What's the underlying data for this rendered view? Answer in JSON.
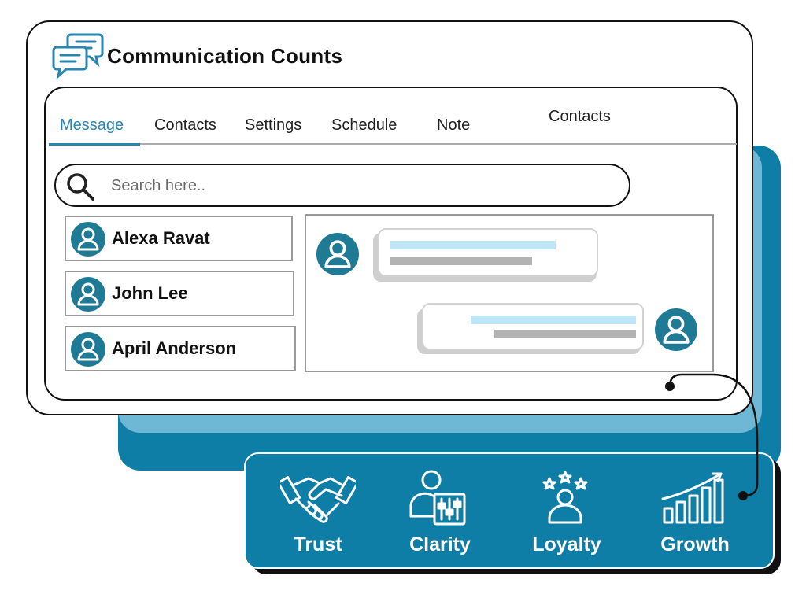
{
  "app": {
    "title": "Communication Counts"
  },
  "tabs": [
    {
      "label": "Message",
      "active": true
    },
    {
      "label": "Contacts"
    },
    {
      "label": "Settings"
    },
    {
      "label": "Schedule"
    },
    {
      "label": "Note"
    },
    {
      "label": "Contacts"
    }
  ],
  "search": {
    "placeholder": "Search here.."
  },
  "contacts": [
    {
      "name": "Alexa Ravat"
    },
    {
      "name": "John Lee"
    },
    {
      "name": "April Anderson"
    }
  ],
  "values": [
    {
      "label": "Trust",
      "icon": "handshake-icon"
    },
    {
      "label": "Clarity",
      "icon": "person-equalizer-icon"
    },
    {
      "label": "Loyalty",
      "icon": "person-stars-icon"
    },
    {
      "label": "Growth",
      "icon": "growth-chart-icon"
    }
  ],
  "colors": {
    "accent": "#2a86ad",
    "teal": "#0f7ea6",
    "teal_light": "#6fb8d5",
    "bar_blue": "#bfe6f7",
    "bar_gray": "#b3b3b3"
  }
}
